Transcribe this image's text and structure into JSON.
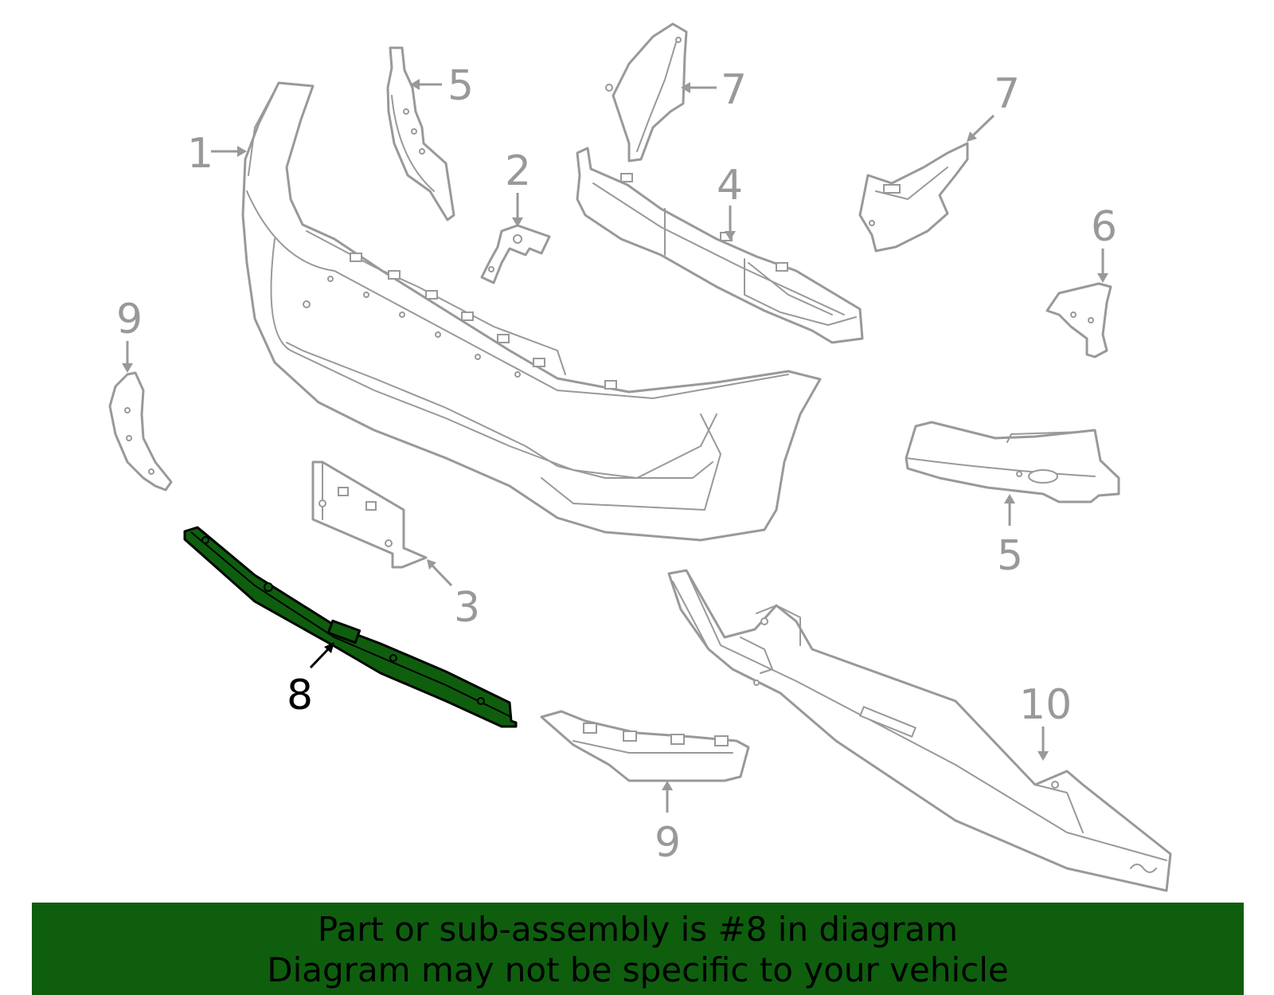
{
  "callouts": {
    "c1": "1",
    "c2": "2",
    "c3": "3",
    "c4": "4",
    "c5a": "5",
    "c5b": "5",
    "c6": "6",
    "c7a": "7",
    "c7b": "7",
    "c8": "8",
    "c9a": "9",
    "c9b": "9",
    "c10": "10"
  },
  "highlighted_part": "8",
  "banner": {
    "line1": "Part or sub-assembly is #8 in diagram",
    "line2": "Diagram may not be specific to your vehicle"
  },
  "colors": {
    "highlight": "#0e5e0e",
    "parts": "#999999",
    "banner_bg": "#0e5e0e"
  }
}
